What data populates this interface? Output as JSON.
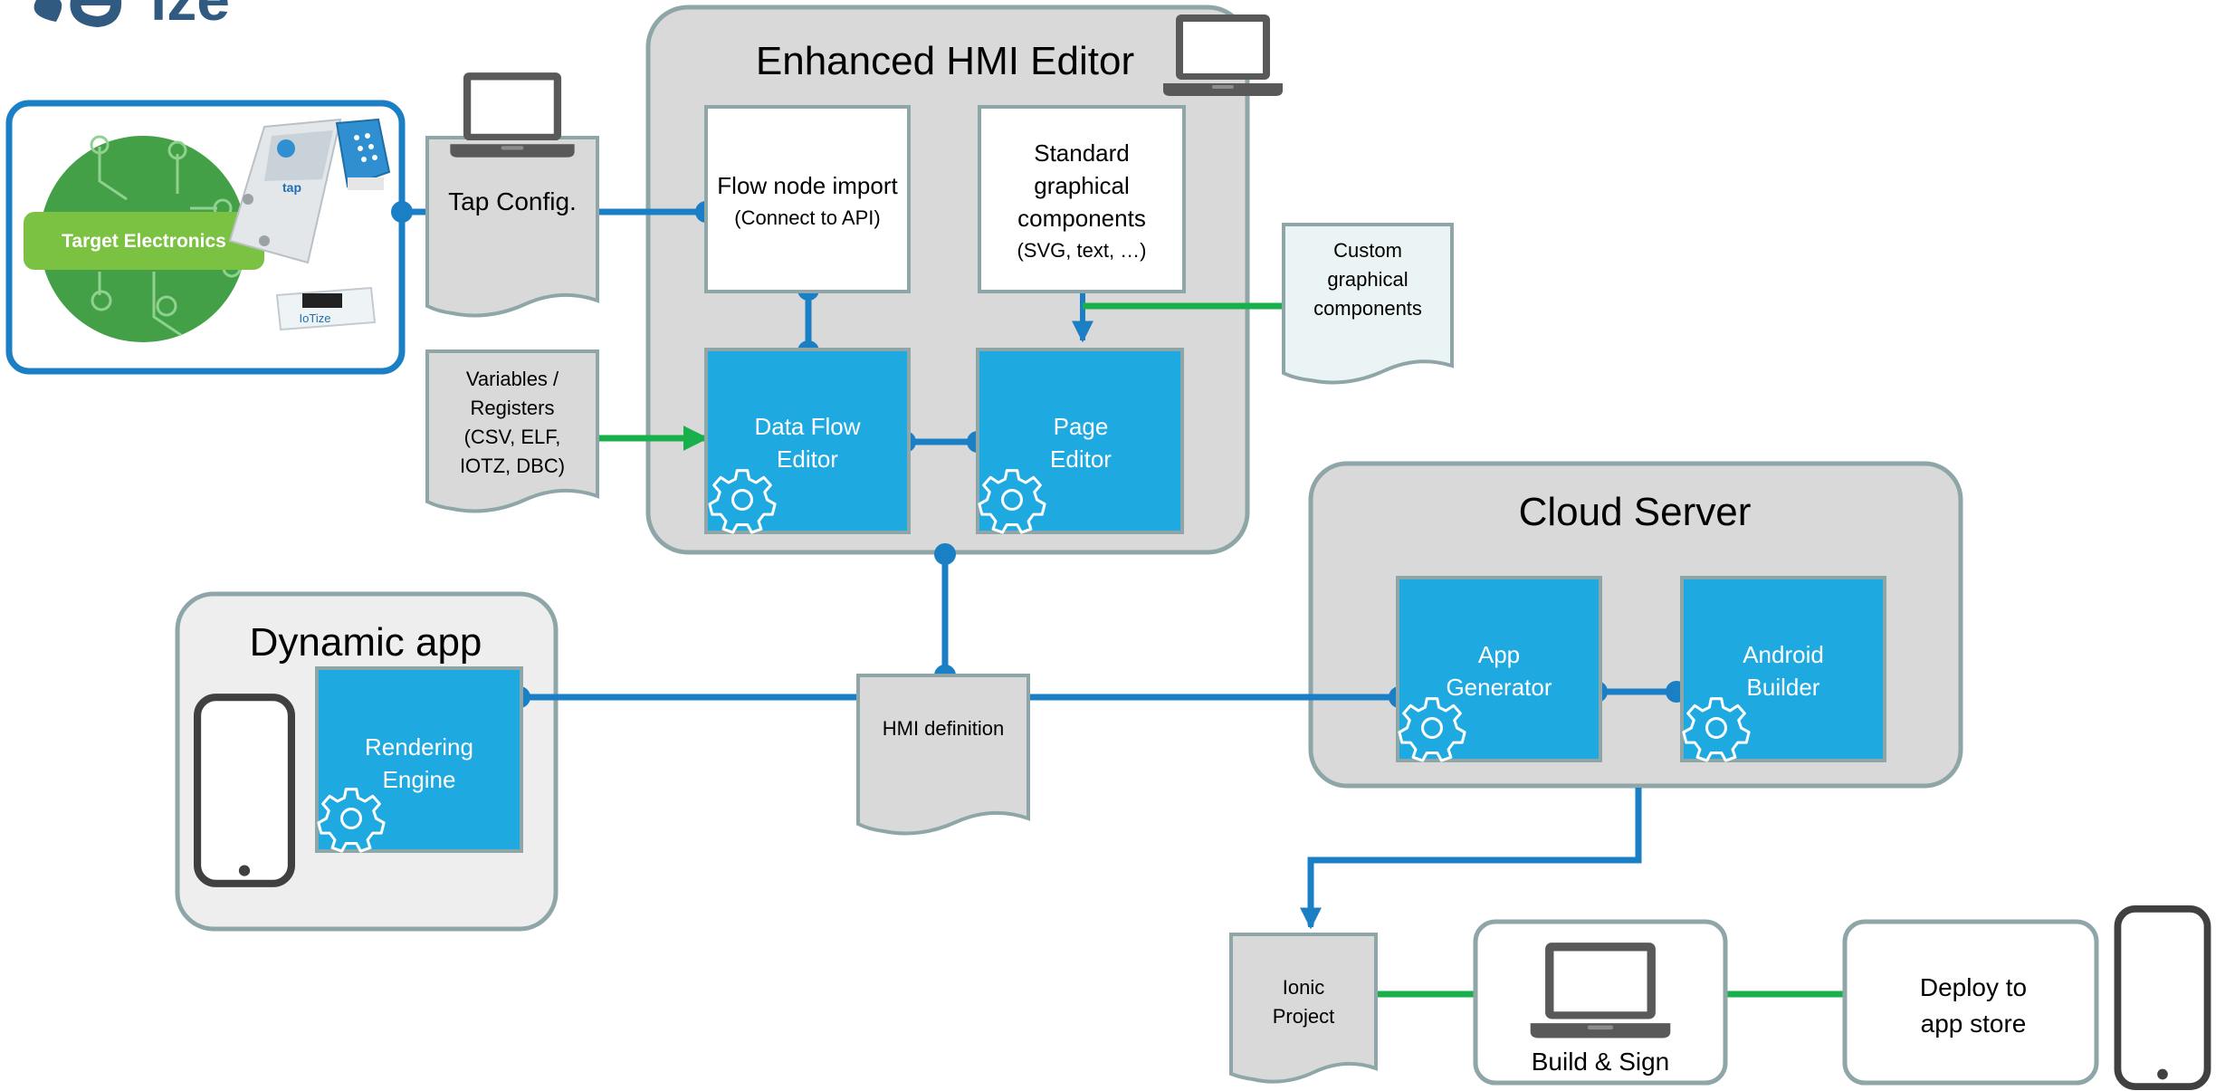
{
  "brand": {
    "logo_text": "ize"
  },
  "panels": {
    "hmi_editor": {
      "title": "Enhanced HMI Editor"
    },
    "cloud_server": {
      "title": "Cloud Server"
    },
    "dynamic_app": {
      "title": "Dynamic app"
    }
  },
  "target_electronics": {
    "label": "Target Electronics",
    "device_label": "IoTize"
  },
  "boxes": {
    "flow_node_import": {
      "line1": "Flow node import",
      "line2": "(Connect to API)"
    },
    "standard_graphical": {
      "line1": "Standard",
      "line2": "graphical",
      "line3": "components",
      "line4": "(SVG, text, …)"
    },
    "data_flow_editor": {
      "line1": "Data Flow",
      "line2": "Editor"
    },
    "page_editor": {
      "line1": "Page",
      "line2": "Editor"
    },
    "app_generator": {
      "line1": "App",
      "line2": "Generator"
    },
    "android_builder": {
      "line1": "Android",
      "line2": "Builder"
    },
    "rendering_engine": {
      "line1": "Rendering",
      "line2": "Engine"
    },
    "build_sign": {
      "label": "Build & Sign"
    },
    "deploy": {
      "line1": "Deploy to",
      "line2": "app store"
    }
  },
  "documents": {
    "tap_config": {
      "label": "Tap Config."
    },
    "variables": {
      "line1": "Variables /",
      "line2": "Registers",
      "line3": "(CSV, ELF,",
      "line4": "IOTZ, DBC)"
    },
    "custom_graphical": {
      "line1": "Custom",
      "line2": "graphical",
      "line3": "components"
    },
    "hmi_definition": {
      "label": "HMI definition"
    },
    "ionic_project": {
      "line1": "Ionic",
      "line2": "Project"
    }
  },
  "colors": {
    "blue_box": "#1fa9e1",
    "connector_blue": "#1a7fc4",
    "arrow_green": "#18b04a",
    "panel_gray": "#d9d9d9",
    "panel_border": "#8fa6a8",
    "target_green": "#43a047",
    "target_border": "#1a7fc4"
  },
  "icons": [
    "laptop-icon",
    "gear-icon",
    "smartphone-icon"
  ]
}
